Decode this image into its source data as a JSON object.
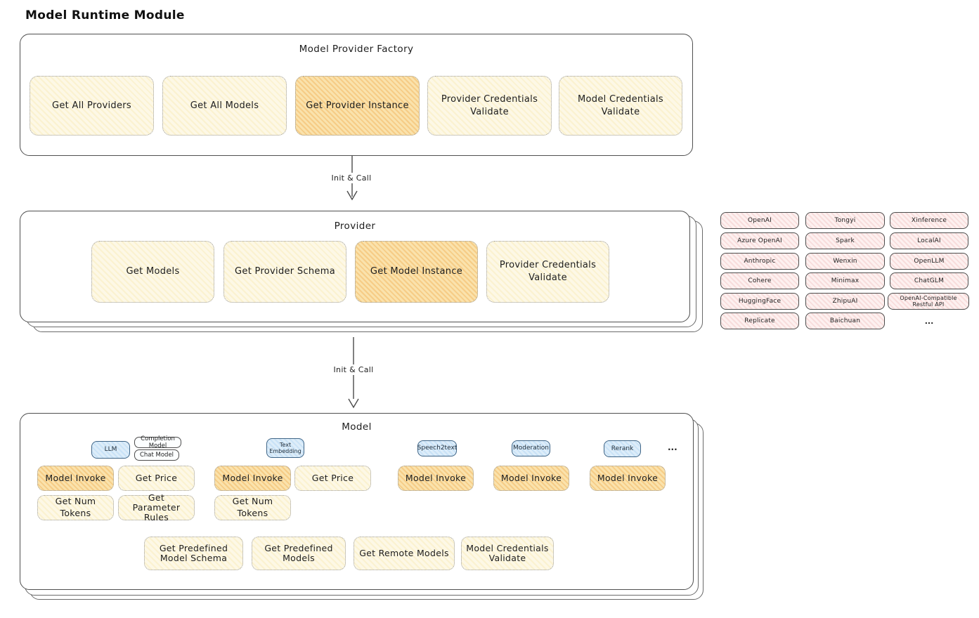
{
  "page_title": "Model Runtime Module",
  "arrow": {
    "label": "Init & Call"
  },
  "factory": {
    "title": "Model Provider Factory",
    "methods": [
      "Get All Providers",
      "Get All Models",
      "Get Provider Instance",
      "Provider Credentials Validate",
      "Model Credentials Validate"
    ]
  },
  "provider": {
    "title": "Provider",
    "methods": [
      "Get Models",
      "Get Provider Schema",
      "Get Model Instance",
      "Provider Credentials Validate"
    ]
  },
  "providers_list": {
    "items": [
      "OpenAI",
      "Tongyi",
      "Xinference",
      "Azure OpenAI",
      "Spark",
      "LocalAI",
      "Anthropic",
      "Wenxin",
      "OpenLLM",
      "Cohere",
      "Minimax",
      "ChatGLM",
      "HuggingFace",
      "ZhipuAI",
      "OpenAI-Compatible Restful API",
      "Replicate",
      "Baichuan"
    ],
    "more": "..."
  },
  "model": {
    "title": "Model",
    "types": [
      "LLM",
      "Completion Model",
      "Chat Model",
      "Text Embedding",
      "Speech2text",
      "Moderation",
      "Rerank"
    ],
    "types_more": "...",
    "llm_methods": [
      "Model Invoke",
      "Get Price",
      "Get Num Tokens",
      "Get Parameter Rules"
    ],
    "text_embedding_methods": [
      "Model Invoke",
      "Get Price",
      "Get Num Tokens"
    ],
    "speech2text_methods": [
      "Model Invoke"
    ],
    "moderation_methods": [
      "Model Invoke"
    ],
    "rerank_methods": [
      "Model Invoke"
    ],
    "shared_methods": [
      "Get Predefined Model Schema",
      "Get Predefined Models",
      "Get Remote Models",
      "Model Credentials Validate"
    ]
  },
  "colors": {
    "highlight_fill": "#fae3b0",
    "soft_yellow_fill": "#fdf8e6",
    "provider_pink_fill": "#fdf1f0",
    "type_blue_fill": "#ddedf9",
    "container_outline": "#4f4f4f",
    "dotted_border": "#9b9b9b"
  }
}
